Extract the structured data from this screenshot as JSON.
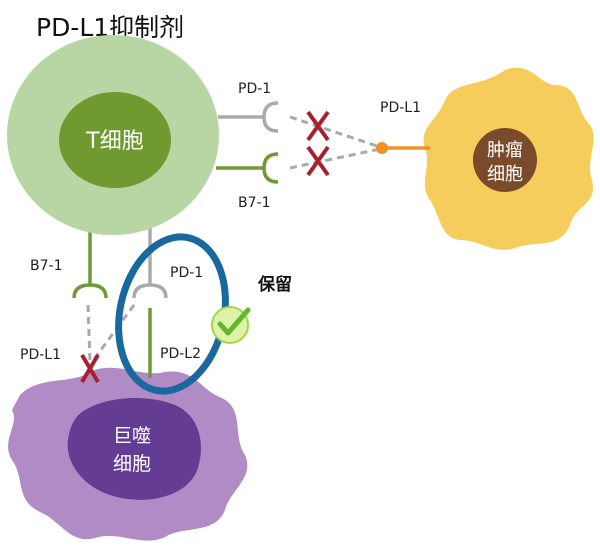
{
  "title": "PD-L1抑制剂",
  "t_cell": {
    "label": "T细胞"
  },
  "tumor_cell": {
    "line1": "肿瘤",
    "line2": "细胞"
  },
  "macrophage": {
    "line1": "巨噬",
    "line2": "细胞"
  },
  "labels": {
    "pd1_top": "PD-1",
    "b71_top": "B7-1",
    "pdl1_tumor": "PD-L1",
    "b71_left": "B7-1",
    "pd1_mid": "PD-1",
    "pdl1_mac": "PD-L1",
    "pdl2_mac": "PD-L2",
    "retained": "保留"
  },
  "colors": {
    "t_outer": "#b7d6a3",
    "t_inner": "#6e9a2f",
    "tumor": "#f6cd5c",
    "tumor_nucleus": "#7a4b2a",
    "mac_outer": "#b08bc5",
    "mac_inner": "#643c93",
    "blocked": "#a8202e",
    "highlight_ring": "#19699f"
  }
}
